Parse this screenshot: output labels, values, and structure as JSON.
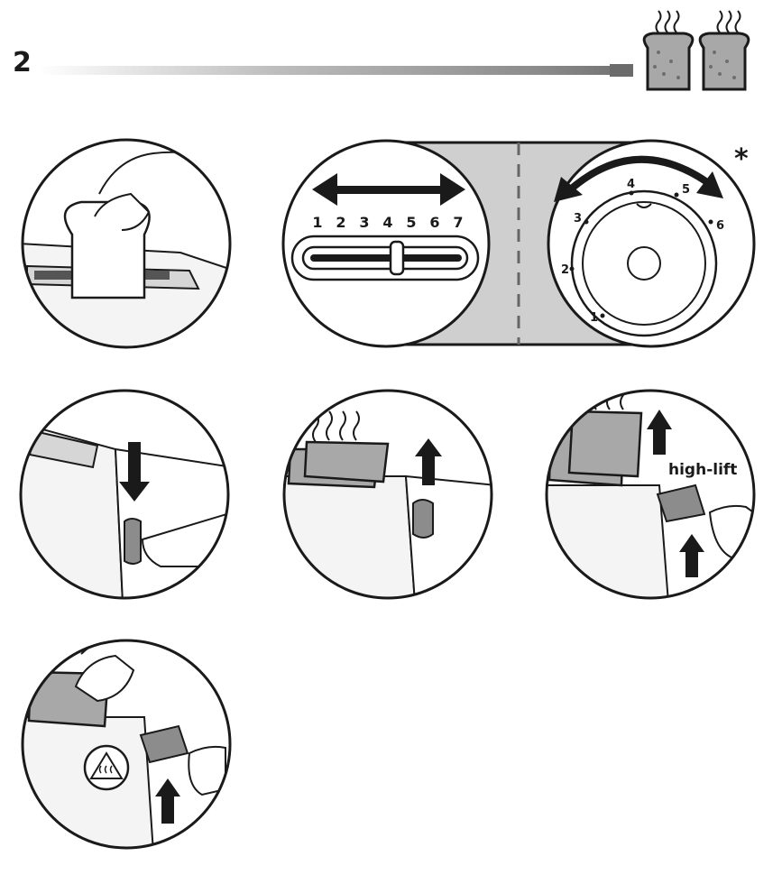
{
  "header": {
    "step_number": "2"
  },
  "browning_control": {
    "slider_scale": [
      "1",
      "2",
      "3",
      "4",
      "5",
      "6",
      "7"
    ],
    "dial_scale": [
      "1",
      "2",
      "3",
      "4",
      "5",
      "6"
    ],
    "asterisk": "*"
  },
  "high_lift_label": "high-lift",
  "colors": {
    "ink": "#1a1a1a",
    "panel_grey": "#cfcfcf",
    "lever_grey": "#8c8c8c",
    "bread": "#a8a8a8"
  },
  "icons": [
    "toast-steam-icon",
    "arrow-left-right-icon",
    "arrow-down-icon",
    "arrow-up-icon",
    "hot-surface-warning-icon"
  ]
}
